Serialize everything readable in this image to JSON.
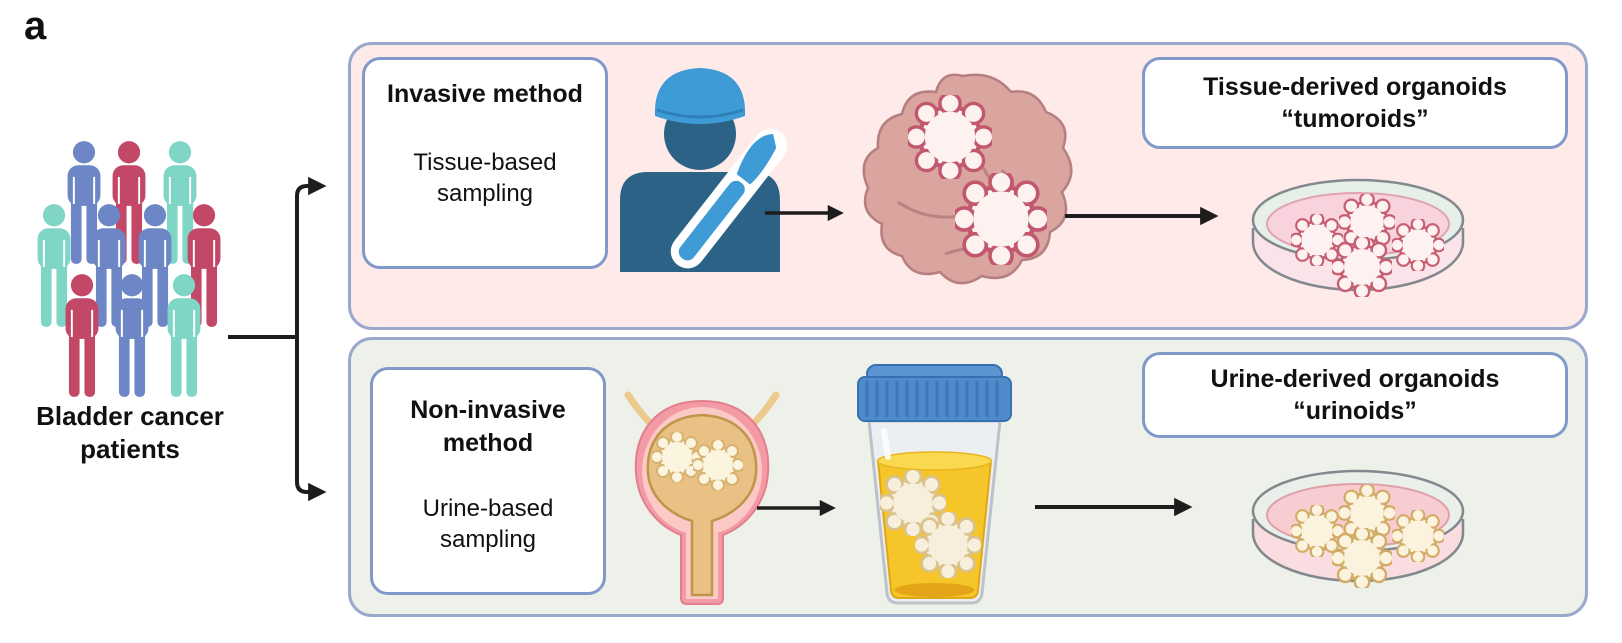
{
  "figure_label": "a",
  "patients": {
    "label": "Bladder cancer\npatients",
    "icon": "people-group-icon",
    "person_colors": [
      "#6d86c5",
      "#c34767",
      "#7fd5c6"
    ]
  },
  "top_panel": {
    "name": "invasive-tissue-pathway",
    "background": "#fdeae9",
    "border": "#9aa8cd",
    "method_box": {
      "title": "Invasive method",
      "subtitle": "Tissue-based\nsampling"
    },
    "icons": {
      "surgeon": "surgeon-scalpel-icon",
      "tissue": "tumor-tissue-icon",
      "dish": "petri-dish-tumoroids-icon"
    },
    "result_box": {
      "title": "Tissue-derived organoids\n“tumoroids”"
    }
  },
  "bottom_panel": {
    "name": "non-invasive-urine-pathway",
    "background": "#edf1e9",
    "border": "#9aa8cd",
    "method_box": {
      "title": "Non-invasive\nmethod",
      "subtitle": "Urine-based\nsampling"
    },
    "icons": {
      "bladder": "bladder-tumor-icon",
      "cup": "urine-sample-cup-icon",
      "dish": "petri-dish-urinoids-icon"
    },
    "result_box": {
      "title": "Urine-derived organoids\n“urinoids”"
    }
  },
  "colors": {
    "arrow": "#1d1d1d",
    "white_box_border": "#8099c8",
    "surgeon_body": "#2b6286",
    "surgeon_cap": "#3f9bd6",
    "tumor_tissue": "#d9a59e",
    "tumoroid_rim": "#c65e70",
    "urinoid_rim": "#d2ac66",
    "urine": "#f6c52a",
    "cup_lid": "#4f8bca"
  }
}
